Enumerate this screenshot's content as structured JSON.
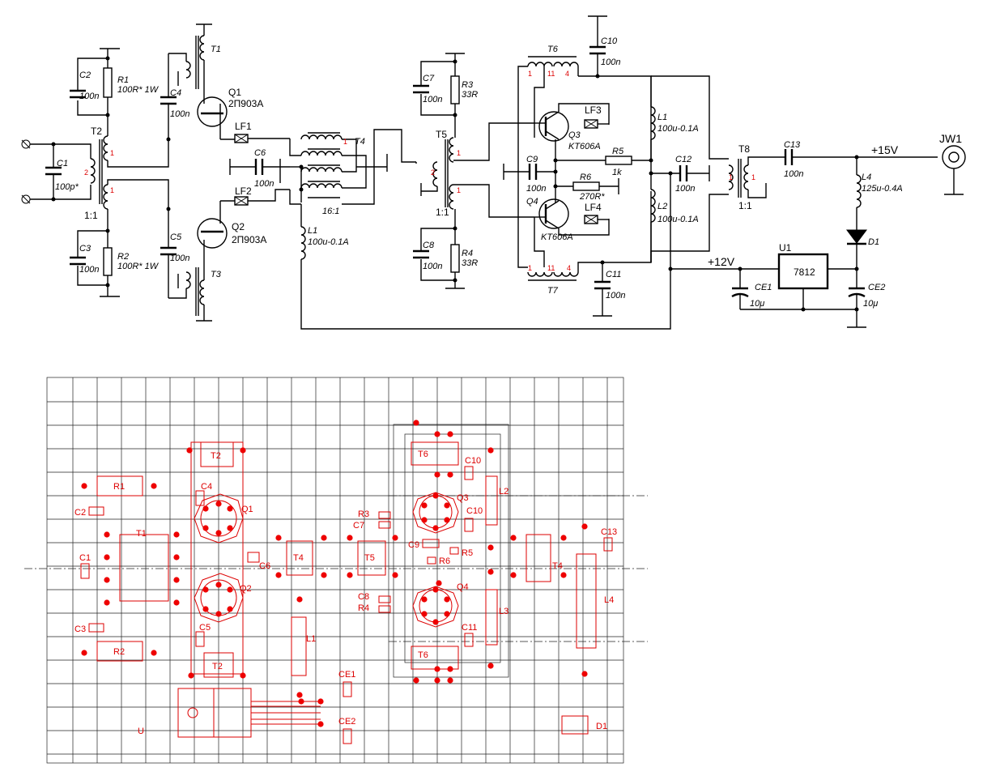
{
  "schematic": {
    "components": [
      {
        "ref": "C1",
        "value": "100p*"
      },
      {
        "ref": "C2",
        "value": "100n"
      },
      {
        "ref": "C3",
        "value": "100n"
      },
      {
        "ref": "R1",
        "value": "100R* 1W"
      },
      {
        "ref": "R2",
        "value": "100R* 1W"
      },
      {
        "ref": "T2",
        "value": "1:1"
      },
      {
        "ref": "C4",
        "value": "100n"
      },
      {
        "ref": "C5",
        "value": "100n"
      },
      {
        "ref": "T1",
        "value": ""
      },
      {
        "ref": "T3",
        "value": ""
      },
      {
        "ref": "Q1",
        "value": "2П903A"
      },
      {
        "ref": "Q2",
        "value": "2П903A"
      },
      {
        "ref": "LF1",
        "value": ""
      },
      {
        "ref": "LF2",
        "value": ""
      },
      {
        "ref": "C6",
        "value": "100n"
      },
      {
        "ref": "T4",
        "value": "16:1"
      },
      {
        "ref": "L1",
        "value": "100u-0.1A"
      },
      {
        "ref": "C7",
        "value": "100n"
      },
      {
        "ref": "C8",
        "value": "100n"
      },
      {
        "ref": "R3",
        "value": "33R"
      },
      {
        "ref": "R4",
        "value": "33R"
      },
      {
        "ref": "T5",
        "value": "1:1"
      },
      {
        "ref": "T6",
        "value": ""
      },
      {
        "ref": "T7",
        "value": ""
      },
      {
        "ref": "C10",
        "value": "100n"
      },
      {
        "ref": "C11",
        "value": "100n"
      },
      {
        "ref": "Q3",
        "value": "KT606A"
      },
      {
        "ref": "Q4",
        "value": "KT606A"
      },
      {
        "ref": "LF3",
        "value": ""
      },
      {
        "ref": "LF4",
        "value": ""
      },
      {
        "ref": "C9",
        "value": "100n"
      },
      {
        "ref": "R5",
        "value": "1k"
      },
      {
        "ref": "R6",
        "value": "270R*"
      },
      {
        "ref": "L1b",
        "value": "100u-0.1A"
      },
      {
        "ref": "L2",
        "value": "100u-0.1A"
      },
      {
        "ref": "C12",
        "value": "100n"
      },
      {
        "ref": "T8",
        "value": "1:1"
      },
      {
        "ref": "C13",
        "value": "100n"
      },
      {
        "ref": "L4",
        "value": "125u-0.4A"
      },
      {
        "ref": "D1",
        "value": ""
      },
      {
        "ref": "U1",
        "value": "7812"
      },
      {
        "ref": "CE1",
        "value": "10μ"
      },
      {
        "ref": "CE2",
        "value": "10μ"
      },
      {
        "ref": "JW1",
        "value": ""
      }
    ],
    "labels": {
      "L1b_ref": "L1",
      "plus15": "+15V",
      "plus12": "+12V",
      "t6_pin1": "1",
      "t6_pin11": "11",
      "t6_pin4": "4",
      "t7_pin1": "1",
      "t7_pin11": "11",
      "t7_pin4": "4",
      "t2_p1": "1",
      "t2_p2": "2",
      "t2_p3": "1",
      "t5_p1": "1",
      "t5_p2": "2",
      "t5_p3": "1",
      "t8_p1": "1",
      "t8_p2": "1",
      "t4_p": "1"
    }
  },
  "pcb": {
    "labels": [
      "R1",
      "C2",
      "T1",
      "C1",
      "C3",
      "R2",
      "T2",
      "C4",
      "Q1",
      "C6",
      "Q2",
      "C5",
      "T2",
      "T4",
      "L1",
      "R3",
      "C7",
      "T5",
      "C8",
      "R4",
      "T6",
      "C10",
      "Q3",
      "C10",
      "L2",
      "C9",
      "R5",
      "R6",
      "Q4",
      "L3",
      "C11",
      "T6",
      "T4",
      "C13",
      "L4",
      "CE1",
      "CE2",
      "D1",
      "U"
    ]
  }
}
